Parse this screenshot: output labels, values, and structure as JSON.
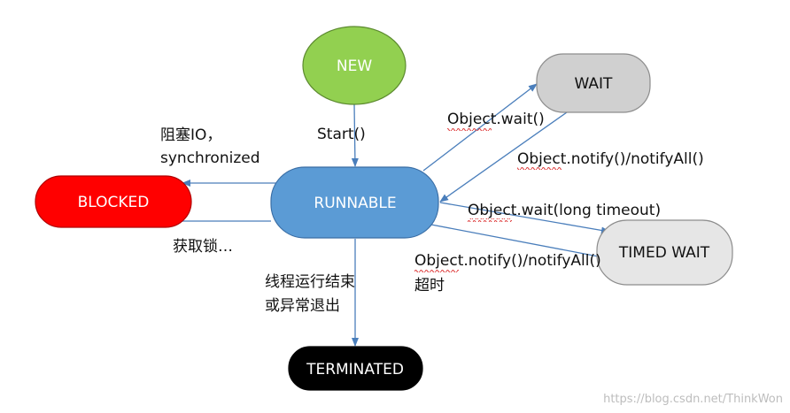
{
  "nodes": {
    "new": {
      "label": "NEW",
      "color": "#92d050"
    },
    "wait": {
      "label": "WAIT",
      "color": "#d0d0d0"
    },
    "blocked": {
      "label": "BLOCKED",
      "color": "#ff0000"
    },
    "runnable": {
      "label": "RUNNABLE",
      "color": "#5b9bd5"
    },
    "timed_wait": {
      "label": "TIMED WAIT",
      "color": "#e6e6e6"
    },
    "terminated": {
      "label": "TERMINATED",
      "color": "#000000"
    }
  },
  "edges": {
    "start": "Start()",
    "blocked_in_line1": "阻塞IO，",
    "blocked_in_line2": "synchronized",
    "blocked_out": "获取锁…",
    "object_wait": "Object.wait()",
    "object_notify": "Object.notify()/notifyAll()",
    "timed_wait_in": "Object.wait(long timeout)",
    "timed_wait_out_line1": "Object.notify()/notifyAll()",
    "timed_wait_out_line2": "超时",
    "terminate_line1": "线程运行结束",
    "terminate_line2": "或异常退出"
  },
  "watermark": "https://blog.csdn.net/ThinkWon",
  "colors": {
    "edge": "#4a7ebb",
    "wavy_underline": "#dd3333"
  }
}
